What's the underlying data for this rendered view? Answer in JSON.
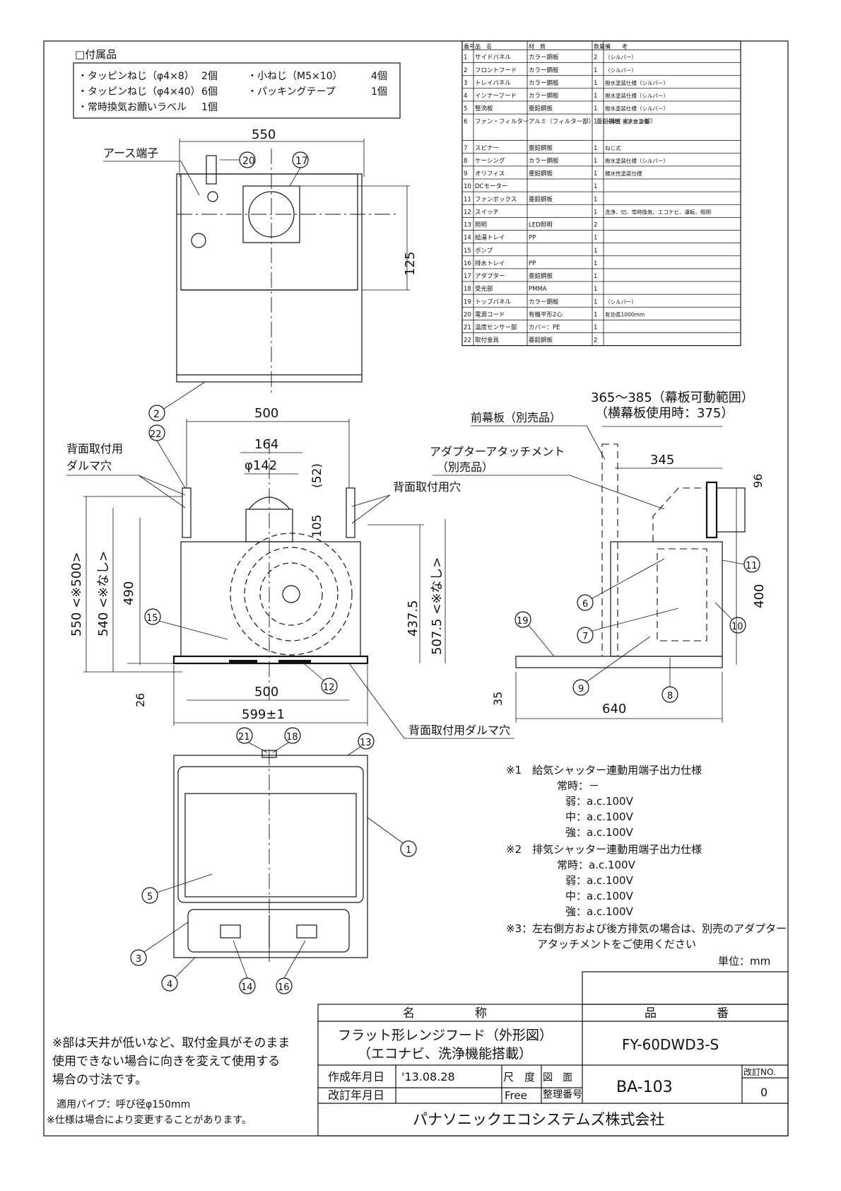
{
  "accessories": {
    "title": "□付属品",
    "items": [
      {
        "name": "・タッピンねじ（φ4×8）",
        "qty": "2個"
      },
      {
        "name": "・小ねじ（M5×10）",
        "qty": "4個"
      },
      {
        "name": "・タッピンねじ（φ4×40）",
        "qty": "6個"
      },
      {
        "name": "・パッキングテープ",
        "qty": "1個"
      },
      {
        "name": "・常時換気お願いラベル",
        "qty": "1個"
      }
    ]
  },
  "parts_table": {
    "headers": [
      "番号",
      "品　名",
      "材　質",
      "数量",
      "備　　考"
    ],
    "rows": [
      [
        "1",
        "サイドパネル",
        "カラー鋼板",
        "2",
        "（シルバー）"
      ],
      [
        "2",
        "フロントフード",
        "カラー鋼板",
        "1",
        "（シルバー）"
      ],
      [
        "3",
        "トレイパネル",
        "カラー鋼板",
        "1",
        "撥水塗装仕様（シルバー）"
      ],
      [
        "4",
        "インナーフード",
        "カラー鋼板",
        "1",
        "撥水塗装仕様（シルバー）"
      ],
      [
        "5",
        "整流板",
        "亜鉛鋼板",
        "1",
        "撥水塗装仕様（シルバー）"
      ],
      [
        "6",
        "ファン・フィルター",
        "アルミ（フィルター部） 亜鉛鋼板（ファン部）",
        "1",
        "一体式 親水性塗装"
      ],
      [
        "7",
        "スピナー",
        "亜鉛鋼板",
        "1",
        "ねじ式"
      ],
      [
        "8",
        "ケーシング",
        "カラー鋼板",
        "1",
        "撥水塗装仕様（シルバー）"
      ],
      [
        "9",
        "オリフィス",
        "亜鉛鋼板",
        "1",
        "親水性塗装仕様"
      ],
      [
        "10",
        "DCモーター",
        "",
        "1",
        ""
      ],
      [
        "11",
        "ファンボックス",
        "亜鉛鋼板",
        "1",
        ""
      ],
      [
        "12",
        "スイッチ",
        "",
        "1",
        "洗浄、切、常時換気、エコナビ、運転、照明"
      ],
      [
        "13",
        "照明",
        "LED照明",
        "2",
        ""
      ],
      [
        "14",
        "給湯トレイ",
        "PP",
        "1",
        ""
      ],
      [
        "15",
        "ポンプ",
        "",
        "1",
        ""
      ],
      [
        "16",
        "排水トレイ",
        "PP",
        "1",
        ""
      ],
      [
        "17",
        "アダプター",
        "亜鉛鋼板",
        "1",
        ""
      ],
      [
        "18",
        "受光部",
        "PMMA",
        "1",
        ""
      ],
      [
        "19",
        "トップパネル",
        "カラー鋼板",
        "1",
        "（シルバー）"
      ],
      [
        "20",
        "電源コード",
        "有機平形2心",
        "1",
        "有効長1000mm"
      ],
      [
        "21",
        "温度センサー部",
        "カバー：PE",
        "1",
        ""
      ],
      [
        "22",
        "取付金具",
        "亜鉛鋼板",
        "2",
        ""
      ]
    ]
  },
  "labels": {
    "earth_terminal": "アース端子",
    "rear_daruma_hole_1": "背面取付用",
    "rear_daruma_hole_2": "ダルマ穴",
    "rear_mount_hole": "背面取付用穴",
    "rear_daruma_hole_bottom": "背面取付用ダルマ穴",
    "front_panel": "前幕板（別売品）",
    "adapter_1": "アダプターアタッチメント",
    "adapter_2": "（別売品）",
    "range_1": "365～385（幕板可動範囲）",
    "range_2": "（横幕板使用時：375）"
  },
  "dims": {
    "top_width": "550",
    "top_125": "125",
    "front_500": "500",
    "d164": "164",
    "d142": "φ142",
    "d52": "(52)",
    "d105": "105",
    "h550": "550 <※500>",
    "h540": "540 <※なし>",
    "h490": "490",
    "h437": "437.5",
    "h507": "507.5 <※なし>",
    "d26": "26",
    "w500b": "500",
    "w599": "599±1",
    "s345": "345",
    "s96": "96",
    "s400": "400",
    "s35": "35",
    "s640": "640"
  },
  "notes": {
    "n1": "※1　給気シャッター連動用端子出力仕様",
    "n1a": "常時：－",
    "n1b": "弱：a.c.100V",
    "n1c": "中：a.c.100V",
    "n1d": "強：a.c.100V",
    "n2": "※2　排気シャッター連動用端子出力仕様",
    "n2a": "常時：a.c.100V",
    "n2b": "弱：a.c.100V",
    "n2c": "中：a.c.100V",
    "n2d": "強：a.c.100V",
    "n3a": "※3：左右側方および後方排気の場合は、別売のアダプター",
    "n3b": "アタッチメントをご使用ください",
    "unit": "単位：mm"
  },
  "footnote": {
    "line1": "※部は天井が低いなど、取付金具がそのまま",
    "line2": "使用できない場合に向きを変えて使用する",
    "line3": "場合の寸法です。",
    "pipe": "適用パイプ：呼び径φ150mm",
    "change": "※仕様は場合により変更することがあります。"
  },
  "title_block": {
    "name_header": "名　　　　　称",
    "no_header": "品　　　　　番",
    "name_line1": "フラット形レンジフード（外形図）",
    "name_line2": "（エコナビ、洗浄機能搭載）",
    "product_no": "FY-60DWD3-S",
    "created_label": "作成年月日",
    "created_value": "'13.08.28",
    "revised_label": "改訂年月日",
    "scale_label": "尺　度",
    "scale_value": "Free",
    "drawing_label_1": "図　面",
    "drawing_label_2": "整理番号",
    "drawing_no": "BA-103",
    "rev_label": "改訂NO.",
    "rev_value": "0",
    "company": "パナソニックエコシステムズ株式会社"
  }
}
